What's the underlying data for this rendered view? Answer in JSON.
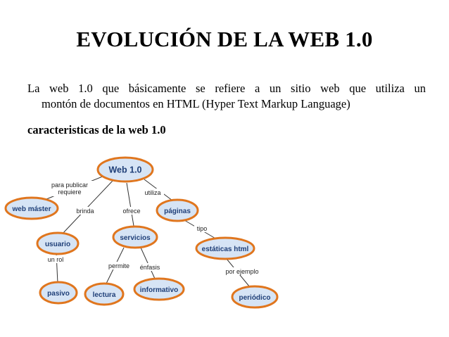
{
  "slide": {
    "title": "EVOLUCIÓN DE LA WEB 1.0",
    "paragraph_line1": "La web 1.0 que básicamente se refiere a un sitio web que utiliza un",
    "paragraph_line2": "montón de documentos en HTML (Hyper Text Markup Language)",
    "subtitle": "caracteristicas de la web 1.0"
  },
  "diagram": {
    "nodes": {
      "web": "Web 1.0",
      "webmaster": "web máster",
      "paginas": "páginas",
      "usuario": "usuario",
      "servicios": "servicios",
      "estaticas": "estáticas html",
      "pasivo": "pasivo",
      "lectura": "lectura",
      "informativo": "informativo",
      "periodico": "periódico"
    },
    "edge_labels": {
      "para_publicar_1": "para publicar",
      "para_publicar_2": "requiere",
      "brinda": "brinda",
      "ofrece": "ofrece",
      "utiliza": "utiliza",
      "tipo": "tipo",
      "un_rol": "un rol",
      "permite": "permite",
      "enfasis": "énfasis",
      "por_ejemplo": "por ejemplo"
    }
  }
}
